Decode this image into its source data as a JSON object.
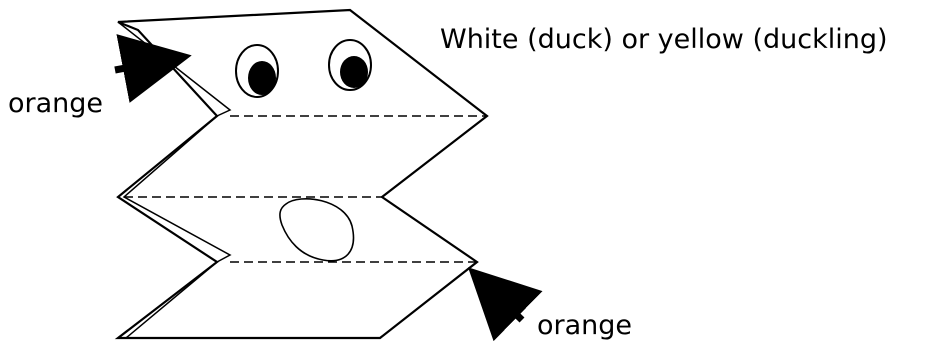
{
  "labels": {
    "color_note": "White (duck) or yellow (duckling)",
    "left_orange": "orange",
    "bottom_orange": "orange"
  },
  "colors": {
    "ink": "#000000",
    "paper": "#ffffff"
  },
  "icons": {
    "left_arrow": "arrow-right-icon",
    "bottom_arrow": "arrow-up-left-icon"
  }
}
